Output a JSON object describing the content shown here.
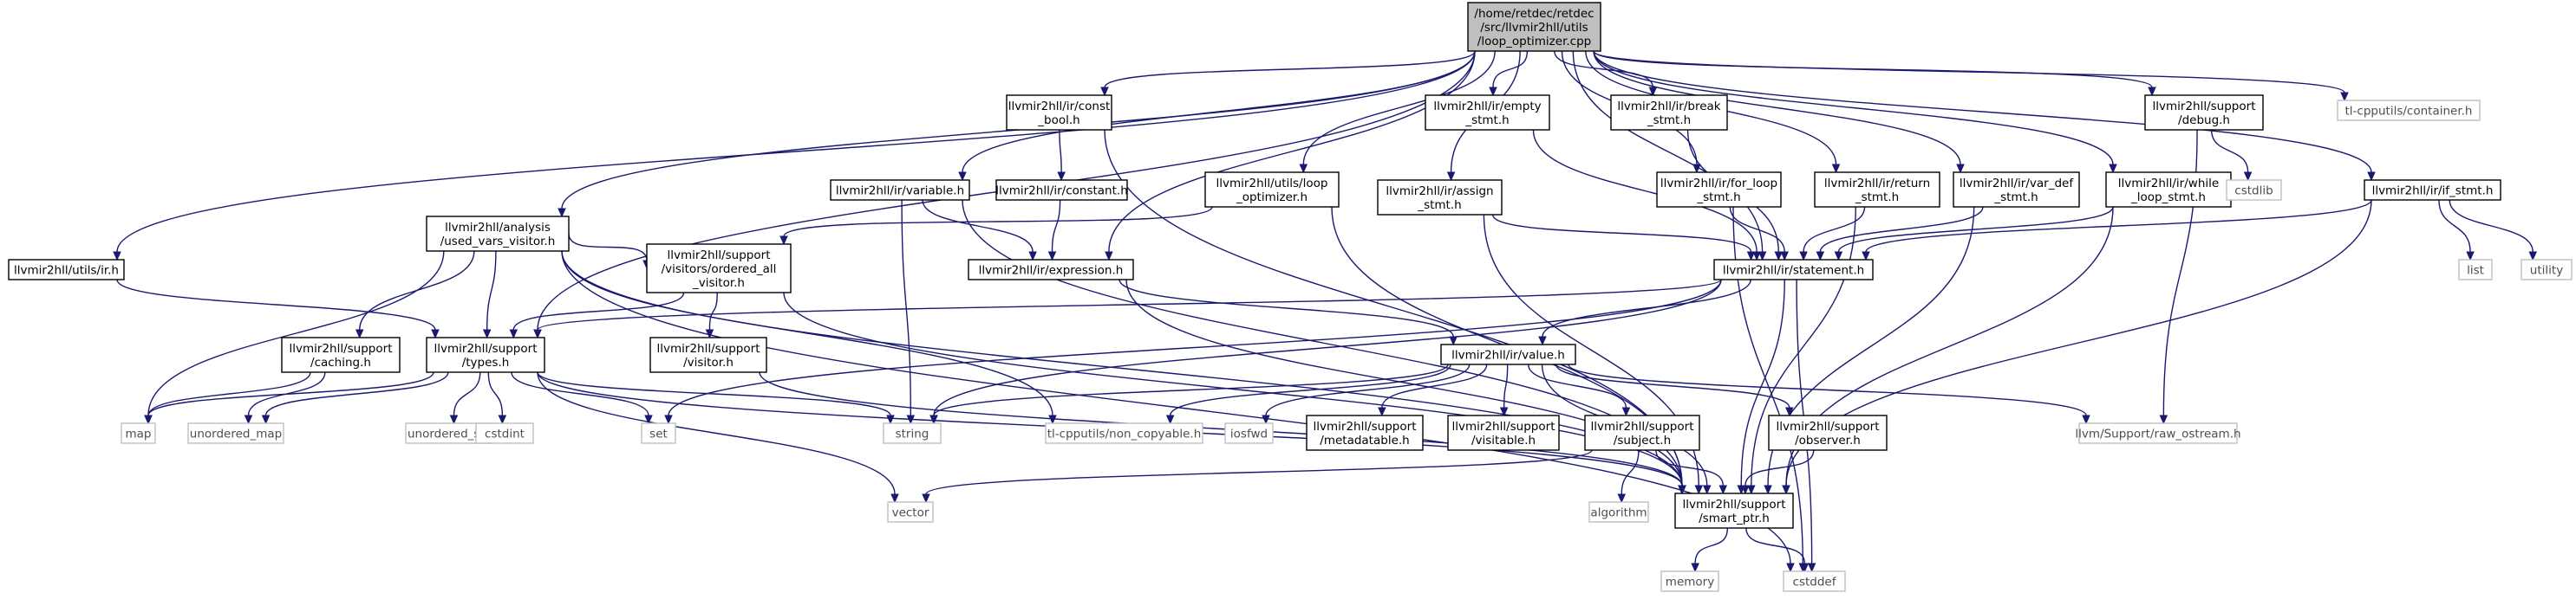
{
  "graph": {
    "colors": {
      "edge": "#191970",
      "root_fill": "#bfbfbf",
      "node_border": "#000000",
      "system_border": "#bfbfbf"
    },
    "nodes": [
      {
        "id": "root",
        "kind": "root",
        "lines": [
          "/home/retdec/retdec",
          "/src/llvmir2hll/utils",
          "/loop_optimizer.cpp"
        ]
      },
      {
        "id": "utils_ir",
        "kind": "local",
        "lines": [
          "llvmir2hll/utils/ir.h"
        ]
      },
      {
        "id": "used_vars",
        "kind": "local",
        "lines": [
          "llvmir2hll/analysis",
          "/used_vars_visitor.h"
        ]
      },
      {
        "id": "const_bool",
        "kind": "local",
        "lines": [
          "llvmir2hll/ir/const",
          "_bool.h"
        ]
      },
      {
        "id": "variable",
        "kind": "local",
        "lines": [
          "llvmir2hll/ir/variable.h"
        ]
      },
      {
        "id": "constant",
        "kind": "local",
        "lines": [
          "llvmir2hll/ir/constant.h"
        ]
      },
      {
        "id": "loop_opt_h",
        "kind": "local",
        "lines": [
          "llvmir2hll/utils/loop",
          "_optimizer.h"
        ]
      },
      {
        "id": "assign",
        "kind": "local",
        "lines": [
          "llvmir2hll/ir/assign",
          "_stmt.h"
        ]
      },
      {
        "id": "empty",
        "kind": "local",
        "lines": [
          "llvmir2hll/ir/empty",
          "_stmt.h"
        ]
      },
      {
        "id": "break",
        "kind": "local",
        "lines": [
          "llvmir2hll/ir/break",
          "_stmt.h"
        ]
      },
      {
        "id": "for_loop",
        "kind": "local",
        "lines": [
          "llvmir2hll/ir/for_loop",
          "_stmt.h"
        ]
      },
      {
        "id": "return",
        "kind": "local",
        "lines": [
          "llvmir2hll/ir/return",
          "_stmt.h"
        ]
      },
      {
        "id": "var_def",
        "kind": "local",
        "lines": [
          "llvmir2hll/ir/var_def",
          "_stmt.h"
        ]
      },
      {
        "id": "while",
        "kind": "local",
        "lines": [
          "llvmir2hll/ir/while",
          "_loop_stmt.h"
        ]
      },
      {
        "id": "debug",
        "kind": "local",
        "lines": [
          "llvmir2hll/support",
          "/debug.h"
        ]
      },
      {
        "id": "container",
        "kind": "system",
        "lines": [
          "tl-cpputils/container.h"
        ]
      },
      {
        "id": "if_stmt",
        "kind": "local",
        "lines": [
          "llvmir2hll/ir/if_stmt.h"
        ]
      },
      {
        "id": "cstdlib",
        "kind": "system",
        "lines": [
          "cstdlib"
        ]
      },
      {
        "id": "list",
        "kind": "system",
        "lines": [
          "list"
        ]
      },
      {
        "id": "utility",
        "kind": "system",
        "lines": [
          "utility"
        ]
      },
      {
        "id": "ordered_all",
        "kind": "local",
        "lines": [
          "llvmir2hll/support",
          "/visitors/ordered_all",
          "_visitor.h"
        ]
      },
      {
        "id": "expression",
        "kind": "local",
        "lines": [
          "llvmir2hll/ir/expression.h"
        ]
      },
      {
        "id": "statement",
        "kind": "local",
        "lines": [
          "llvmir2hll/ir/statement.h"
        ]
      },
      {
        "id": "caching",
        "kind": "local",
        "lines": [
          "llvmir2hll/support",
          "/caching.h"
        ]
      },
      {
        "id": "types",
        "kind": "local",
        "lines": [
          "llvmir2hll/support",
          "/types.h"
        ]
      },
      {
        "id": "visitor",
        "kind": "local",
        "lines": [
          "llvmir2hll/support",
          "/visitor.h"
        ]
      },
      {
        "id": "value",
        "kind": "local",
        "lines": [
          "llvmir2hll/ir/value.h"
        ]
      },
      {
        "id": "map",
        "kind": "system",
        "lines": [
          "map"
        ]
      },
      {
        "id": "unordered_map",
        "kind": "system",
        "lines": [
          "unordered_map"
        ]
      },
      {
        "id": "unordered_set",
        "kind": "system",
        "lines": [
          "unordered_set"
        ]
      },
      {
        "id": "cstdint",
        "kind": "system",
        "lines": [
          "cstdint"
        ]
      },
      {
        "id": "set",
        "kind": "system",
        "lines": [
          "set"
        ]
      },
      {
        "id": "string",
        "kind": "system",
        "lines": [
          "string"
        ]
      },
      {
        "id": "non_copyable",
        "kind": "system",
        "lines": [
          "tl-cpputils/non_copyable.h"
        ]
      },
      {
        "id": "iosfwd",
        "kind": "system",
        "lines": [
          "iosfwd"
        ]
      },
      {
        "id": "metadatable",
        "kind": "local",
        "lines": [
          "llvmir2hll/support",
          "/metadatable.h"
        ]
      },
      {
        "id": "visitable",
        "kind": "local",
        "lines": [
          "llvmir2hll/support",
          "/visitable.h"
        ]
      },
      {
        "id": "subject",
        "kind": "local",
        "lines": [
          "llvmir2hll/support",
          "/subject.h"
        ]
      },
      {
        "id": "observer",
        "kind": "local",
        "lines": [
          "llvmir2hll/support",
          "/observer.h"
        ]
      },
      {
        "id": "raw_ostream",
        "kind": "system",
        "lines": [
          "llvm/Support/raw_ostream.h"
        ]
      },
      {
        "id": "vector",
        "kind": "system",
        "lines": [
          "vector"
        ]
      },
      {
        "id": "algorithm",
        "kind": "system",
        "lines": [
          "algorithm"
        ]
      },
      {
        "id": "smart_ptr",
        "kind": "local",
        "lines": [
          "llvmir2hll/support",
          "/smart_ptr.h"
        ]
      },
      {
        "id": "memory",
        "kind": "system",
        "lines": [
          "memory"
        ]
      },
      {
        "id": "cstddef",
        "kind": "system",
        "lines": [
          "cstddef"
        ]
      }
    ],
    "edges": [
      [
        "root",
        "utils_ir"
      ],
      [
        "root",
        "used_vars"
      ],
      [
        "root",
        "const_bool"
      ],
      [
        "root",
        "variable"
      ],
      [
        "root",
        "loop_opt_h"
      ],
      [
        "root",
        "expression"
      ],
      [
        "root",
        "assign"
      ],
      [
        "root",
        "empty"
      ],
      [
        "root",
        "statement"
      ],
      [
        "root",
        "break"
      ],
      [
        "root",
        "for_loop"
      ],
      [
        "root",
        "return"
      ],
      [
        "root",
        "var_def"
      ],
      [
        "root",
        "while"
      ],
      [
        "root",
        "debug"
      ],
      [
        "root",
        "container"
      ],
      [
        "root",
        "if_stmt"
      ],
      [
        "root",
        "types"
      ],
      [
        "utils_ir",
        "types"
      ],
      [
        "used_vars",
        "ordered_all"
      ],
      [
        "used_vars",
        "caching"
      ],
      [
        "used_vars",
        "types"
      ],
      [
        "used_vars",
        "map"
      ],
      [
        "used_vars",
        "non_copyable"
      ],
      [
        "used_vars",
        "smart_ptr"
      ],
      [
        "used_vars",
        "cstddef"
      ],
      [
        "const_bool",
        "constant"
      ],
      [
        "const_bool",
        "smart_ptr"
      ],
      [
        "constant",
        "expression"
      ],
      [
        "variable",
        "expression"
      ],
      [
        "variable",
        "string"
      ],
      [
        "variable",
        "smart_ptr"
      ],
      [
        "loop_opt_h",
        "ordered_all"
      ],
      [
        "loop_opt_h",
        "smart_ptr"
      ],
      [
        "assign",
        "statement"
      ],
      [
        "assign",
        "smart_ptr"
      ],
      [
        "empty",
        "statement"
      ],
      [
        "break",
        "statement"
      ],
      [
        "for_loop",
        "statement"
      ],
      [
        "for_loop",
        "cstddef"
      ],
      [
        "return",
        "statement"
      ],
      [
        "return",
        "smart_ptr"
      ],
      [
        "var_def",
        "statement"
      ],
      [
        "var_def",
        "smart_ptr"
      ],
      [
        "while",
        "statement"
      ],
      [
        "while",
        "smart_ptr"
      ],
      [
        "debug",
        "cstdlib"
      ],
      [
        "debug",
        "raw_ostream"
      ],
      [
        "if_stmt",
        "statement"
      ],
      [
        "if_stmt",
        "list"
      ],
      [
        "if_stmt",
        "utility"
      ],
      [
        "if_stmt",
        "smart_ptr"
      ],
      [
        "ordered_all",
        "types"
      ],
      [
        "ordered_all",
        "visitor"
      ],
      [
        "ordered_all",
        "smart_ptr"
      ],
      [
        "expression",
        "value"
      ],
      [
        "expression",
        "smart_ptr"
      ],
      [
        "statement",
        "types"
      ],
      [
        "statement",
        "value"
      ],
      [
        "statement",
        "set"
      ],
      [
        "statement",
        "string"
      ],
      [
        "statement",
        "smart_ptr"
      ],
      [
        "statement",
        "cstddef"
      ],
      [
        "caching",
        "unordered_map"
      ],
      [
        "caching",
        "map"
      ],
      [
        "types",
        "map"
      ],
      [
        "types",
        "unordered_map"
      ],
      [
        "types",
        "unordered_set"
      ],
      [
        "types",
        "cstdint"
      ],
      [
        "types",
        "set"
      ],
      [
        "types",
        "string"
      ],
      [
        "types",
        "vector"
      ],
      [
        "types",
        "smart_ptr"
      ],
      [
        "visitor",
        "smart_ptr"
      ],
      [
        "value",
        "string"
      ],
      [
        "value",
        "non_copyable"
      ],
      [
        "value",
        "iosfwd"
      ],
      [
        "value",
        "metadatable"
      ],
      [
        "value",
        "visitable"
      ],
      [
        "value",
        "subject"
      ],
      [
        "value",
        "observer"
      ],
      [
        "value",
        "raw_ostream"
      ],
      [
        "value",
        "smart_ptr"
      ],
      [
        "subject",
        "vector"
      ],
      [
        "subject",
        "algorithm"
      ],
      [
        "subject",
        "smart_ptr"
      ],
      [
        "observer",
        "smart_ptr"
      ],
      [
        "smart_ptr",
        "memory"
      ],
      [
        "smart_ptr",
        "cstddef"
      ]
    ]
  }
}
